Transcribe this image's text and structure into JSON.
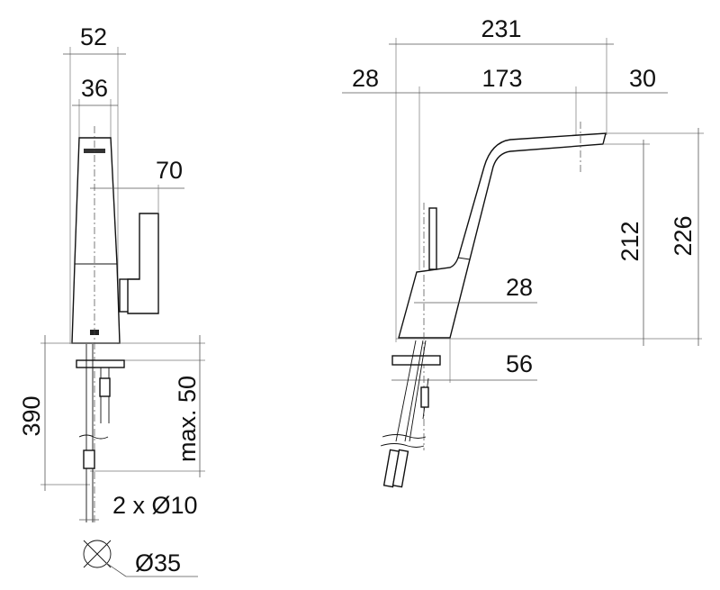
{
  "front_view": {
    "overall_width": "52",
    "body_width": "36",
    "handle_projection": "70",
    "hose_length": "390",
    "max_deck_thickness": "max. 50",
    "hose_connections": "2 x Ø10",
    "hole_diameter": "Ø35"
  },
  "side_view": {
    "overall_reach": "231",
    "base_offset": "28",
    "spout_reach": "173",
    "spout_tip": "30",
    "outlet_height": "212",
    "overall_height": "226",
    "body_depth": "28",
    "base_depth": "56"
  },
  "colors": {
    "line": "#111111",
    "dimension": "#555555",
    "background": "#ffffff"
  }
}
